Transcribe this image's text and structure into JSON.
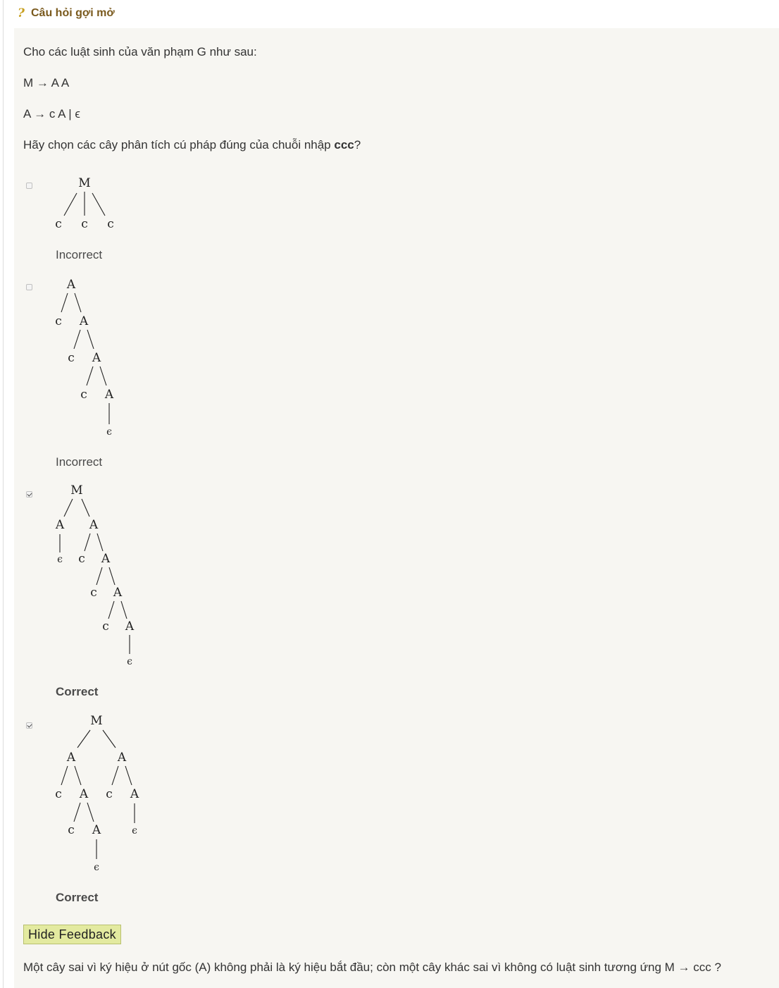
{
  "header": {
    "icon": "question-icon",
    "title": "Câu hỏi gợi mở"
  },
  "question": {
    "intro": "Cho các luật sinh của văn phạm G như sau:",
    "rule1": "M → A A",
    "rule2": "A → c A | ϵ",
    "prompt_prefix": "Hãy chọn các cây phân tích cú pháp đúng của chuỗi nhập ",
    "prompt_bold": "ccc",
    "prompt_suffix": "?"
  },
  "options": [
    {
      "checked": false,
      "result": "Incorrect"
    },
    {
      "checked": false,
      "result": "Incorrect"
    },
    {
      "checked": true,
      "result": "Correct"
    },
    {
      "checked": true,
      "result": "Correct"
    }
  ],
  "trees": {
    "M": "M",
    "A": "A",
    "c": "c",
    "eps": "ϵ"
  },
  "feedback_button": "Hide Feedback",
  "feedback_text": "Một cây sai vì ký hiệu ở nút gốc (A) không phải là ký hiệu bắt đầu; còn một cây khác sai vì không có luật sinh tương ứng M → ccc ?"
}
